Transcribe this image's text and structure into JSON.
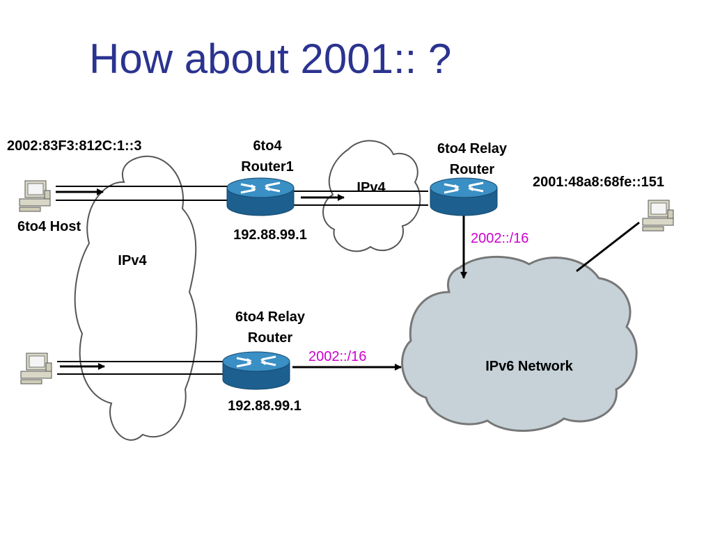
{
  "title": "How about 2001:: ?",
  "labels": {
    "host_addr": "2002:83F3:812C:1::3",
    "host_name": "6to4  Host",
    "router1_line1": "6to4",
    "router1_line2": "Router1",
    "router1_ip": "192.88.99.1",
    "relay_top_line1": "6to4  Relay",
    "relay_top_line2": "Router",
    "relay_bottom_line1": "6to4  Relay",
    "relay_bottom_line2": "Router",
    "relay_bottom_ip": "192.88.99.1",
    "ipv4_left": "IPv4",
    "ipv4_small": "IPv4",
    "ipv6_cloud": "IPv6 Network",
    "remote_addr": "2001:48a8:68fe::151",
    "prefix_top": "2002::/16",
    "prefix_bottom": "2002::/16"
  },
  "colors": {
    "title": "#2b3390",
    "prefix": "#cc00cc",
    "router": "#2d7fb1",
    "ipv6_cloud": "#c6d2d8"
  },
  "icons": [
    "computer-icon",
    "router-icon",
    "cloud-icon",
    "arrow-icon"
  ]
}
